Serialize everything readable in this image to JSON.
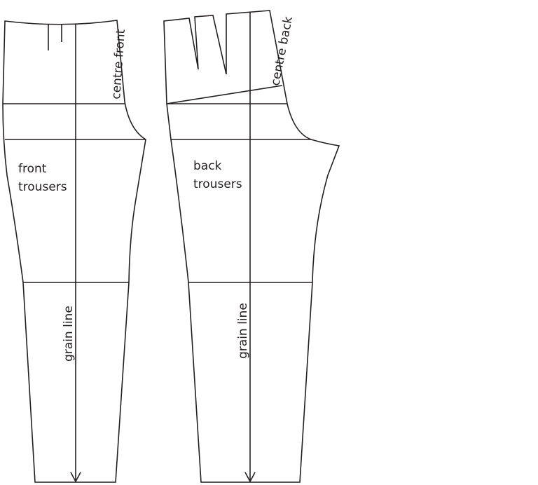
{
  "diagram": {
    "type": "sewing-pattern",
    "stroke_color": "#231f20",
    "background": "#ffffff",
    "pieces": [
      {
        "id": "front",
        "label_line1": "front",
        "label_line2": "trousers",
        "edge_label": "centre front",
        "grain_label": "grain line",
        "darts": 2
      },
      {
        "id": "back",
        "label_line1": "back",
        "label_line2": "trousers",
        "edge_label": "centre back",
        "grain_label": "grain line",
        "darts": 2
      }
    ]
  }
}
